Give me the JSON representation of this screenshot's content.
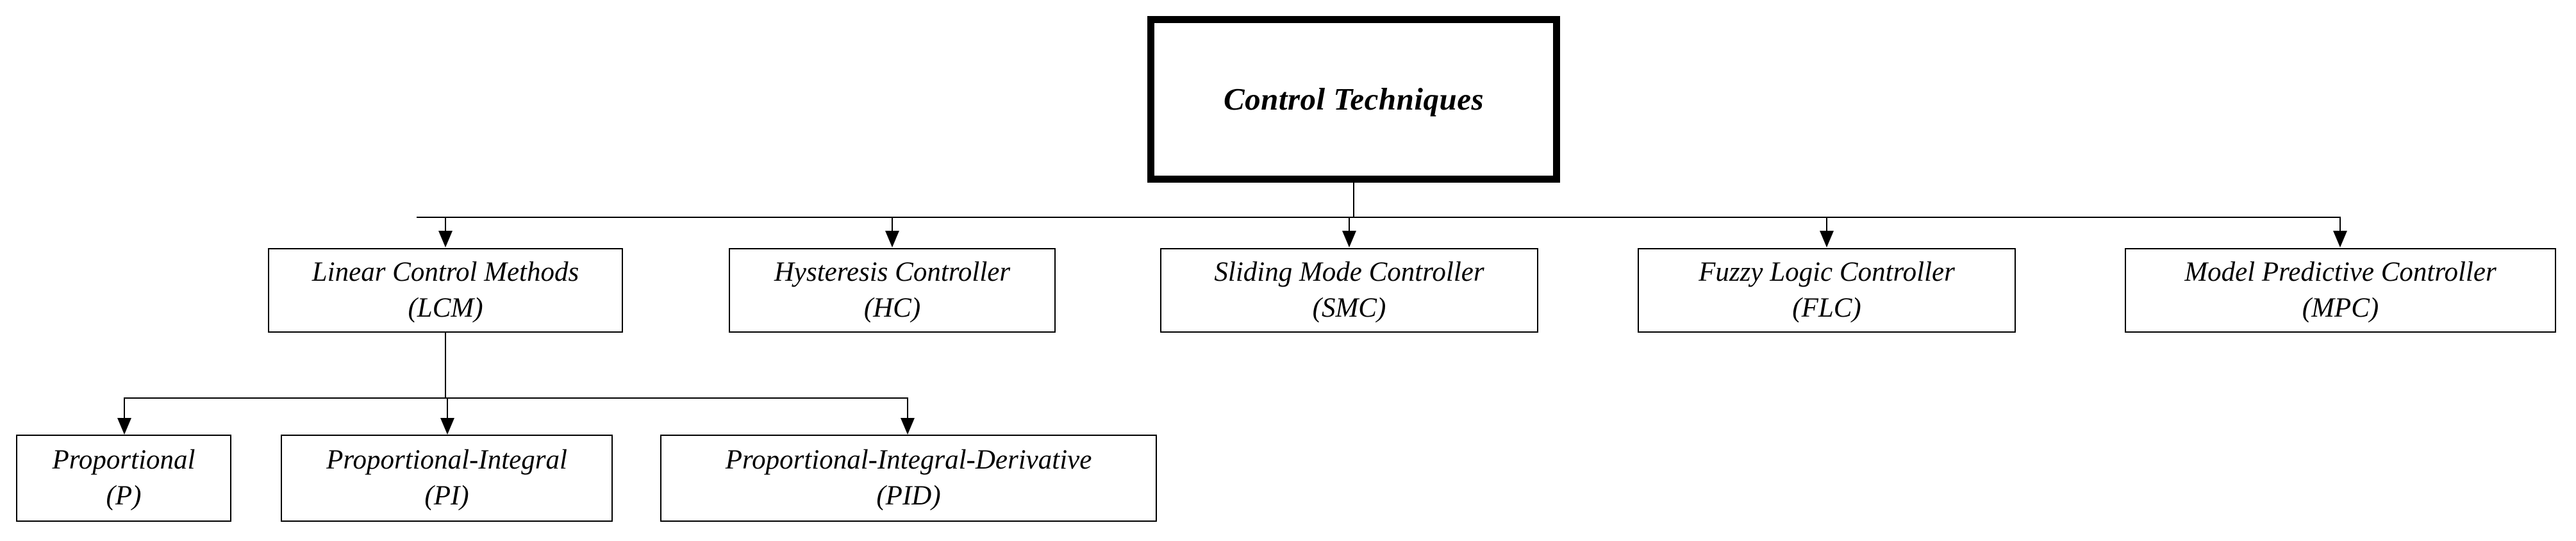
{
  "diagram": {
    "type": "hierarchy-tree",
    "title_node": {
      "id": "control-techniques",
      "line1": "Control  Techniques",
      "line2": "",
      "level": 0
    },
    "level2": [
      {
        "id": "lcm",
        "line1": "Linear Control Methods",
        "line2": "(LCM)"
      },
      {
        "id": "hc",
        "line1": "Hysteresis Controller",
        "line2": "(HC)"
      },
      {
        "id": "smc",
        "line1": "Sliding Mode Controller",
        "line2": "(SMC)"
      },
      {
        "id": "flc",
        "line1": "Fuzzy Logic Controller",
        "line2": "(FLC)"
      },
      {
        "id": "mpc",
        "line1": "Model Predictive Controller",
        "line2": "(MPC)"
      }
    ],
    "level3": [
      {
        "id": "p",
        "line1": "Proportional",
        "line2": "(P)"
      },
      {
        "id": "pi",
        "line1": "Proportional-Integral",
        "line2": "(PI)"
      },
      {
        "id": "pid",
        "line1": "Proportional-Integral-Derivative",
        "line2": "(PID)"
      }
    ],
    "edges": {
      "root_to_level2": "Control Techniques branches to LCM, HC, SMC, FLC, MPC",
      "lcm_to_level3": "Linear Control Methods branches to P, PI, PID"
    },
    "colors": {
      "stroke": "#000000",
      "background": "#ffffff",
      "text": "#000000"
    }
  }
}
